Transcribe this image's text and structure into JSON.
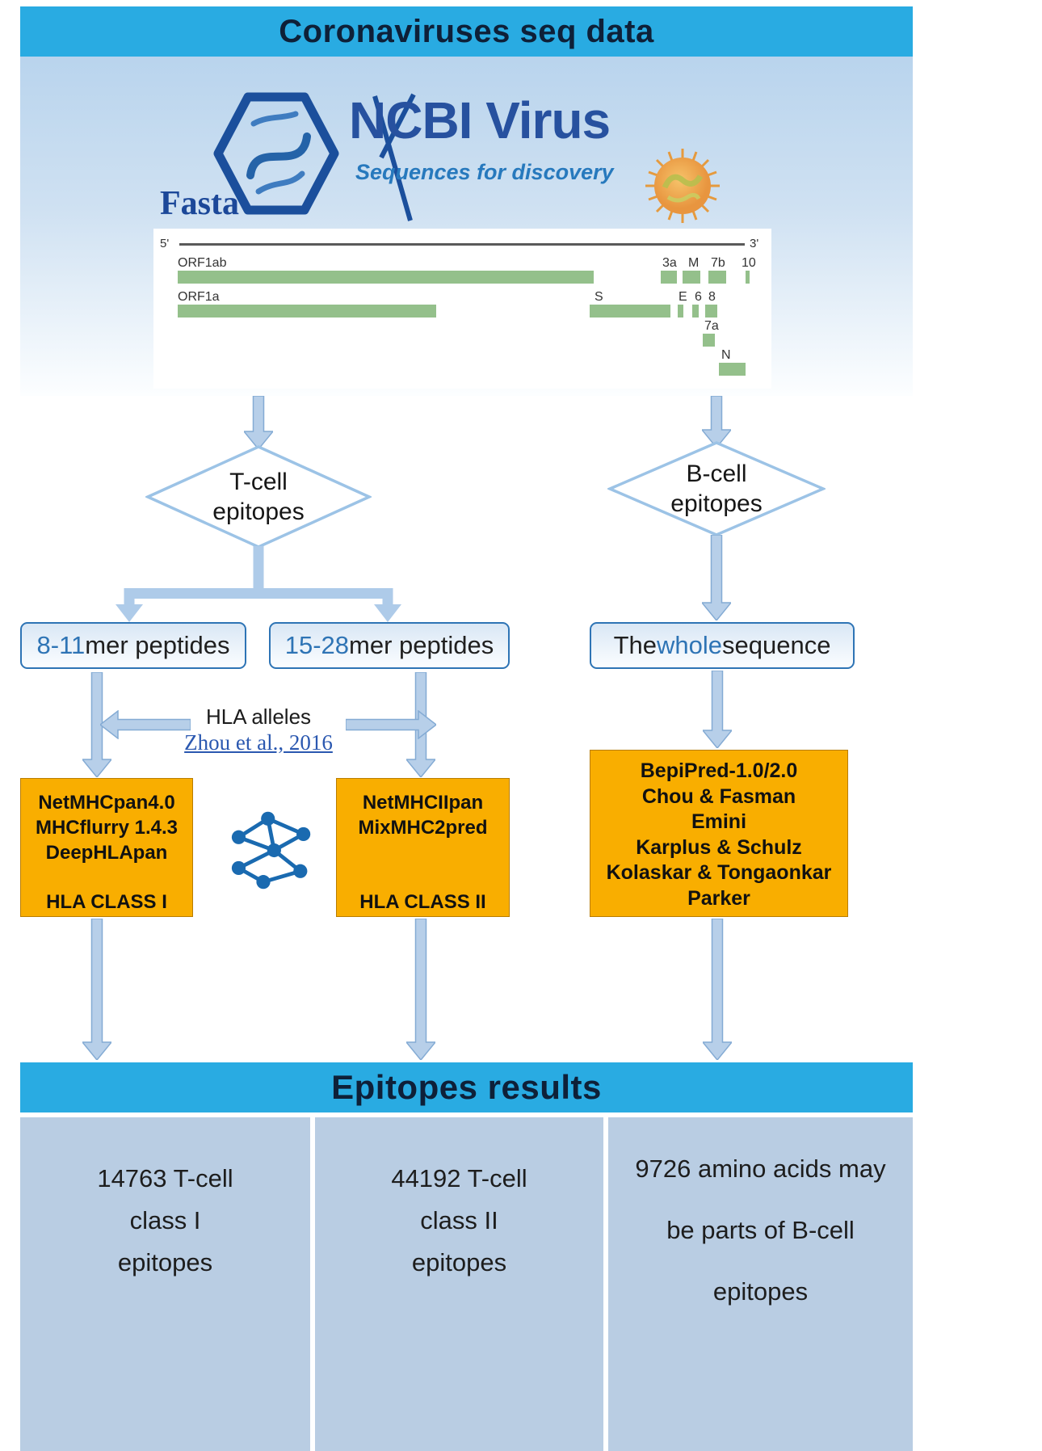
{
  "header": {
    "title": "Coronaviruses seq data"
  },
  "source": {
    "logo_name": "NCBI Virus",
    "tagline": "Sequences for discovery",
    "format_label": "Fasta"
  },
  "genome_map": {
    "five_prime": "5'",
    "three_prime": "3'",
    "orf1ab": "ORF1ab",
    "orf1a": "ORF1a",
    "genes": {
      "g3a": "3a",
      "m": "M",
      "g7b": "7b",
      "g10": "10",
      "s": "S",
      "e": "E",
      "g6": "6",
      "g8": "8",
      "g7a": "7a",
      "n": "N"
    }
  },
  "branches": {
    "tcell": "T-cell\nepitopes",
    "bcell": "B-cell\nepitopes"
  },
  "inputs": {
    "short_peptides": {
      "highlight": "8-11",
      "rest": " mer peptides"
    },
    "long_peptides": {
      "highlight": "15-28",
      "rest": " mer peptides"
    },
    "whole_sequence": {
      "pre": "The ",
      "highlight": "whole",
      "post": " sequence"
    }
  },
  "hla": {
    "label": "HLA alleles",
    "reference": "Zhou et al., 2016"
  },
  "predictors": {
    "class1": {
      "tools": [
        "NetMHCpan4.0",
        "MHCflurry 1.4.3",
        "DeepHLApan"
      ],
      "footer": "HLA CLASS I"
    },
    "class2": {
      "tools": [
        "NetMHCIIpan",
        "MixMHC2pred"
      ],
      "footer": "HLA CLASS II"
    },
    "bcell": {
      "tools": [
        "BepiPred-1.0/2.0",
        "Chou & Fasman",
        "Emini",
        "Karplus & Schulz",
        "Kolaskar & Tongaonkar",
        "Parker"
      ]
    }
  },
  "results": {
    "title": "Epitopes results",
    "class1": "14763 T-cell\nclass I\nepitopes",
    "class2": "44192 T-cell\nclass II\nepitopes",
    "bcell": "9726 amino acids may\nbe parts of B-cell\nepitopes"
  },
  "colors": {
    "banner": "#29abe2",
    "predictor_box": "#f9ae00",
    "arrow": "#b7cfe9",
    "genome_bar": "#94c08b",
    "highlight_blue": "#2e74b5",
    "link_blue": "#2b58b0"
  }
}
